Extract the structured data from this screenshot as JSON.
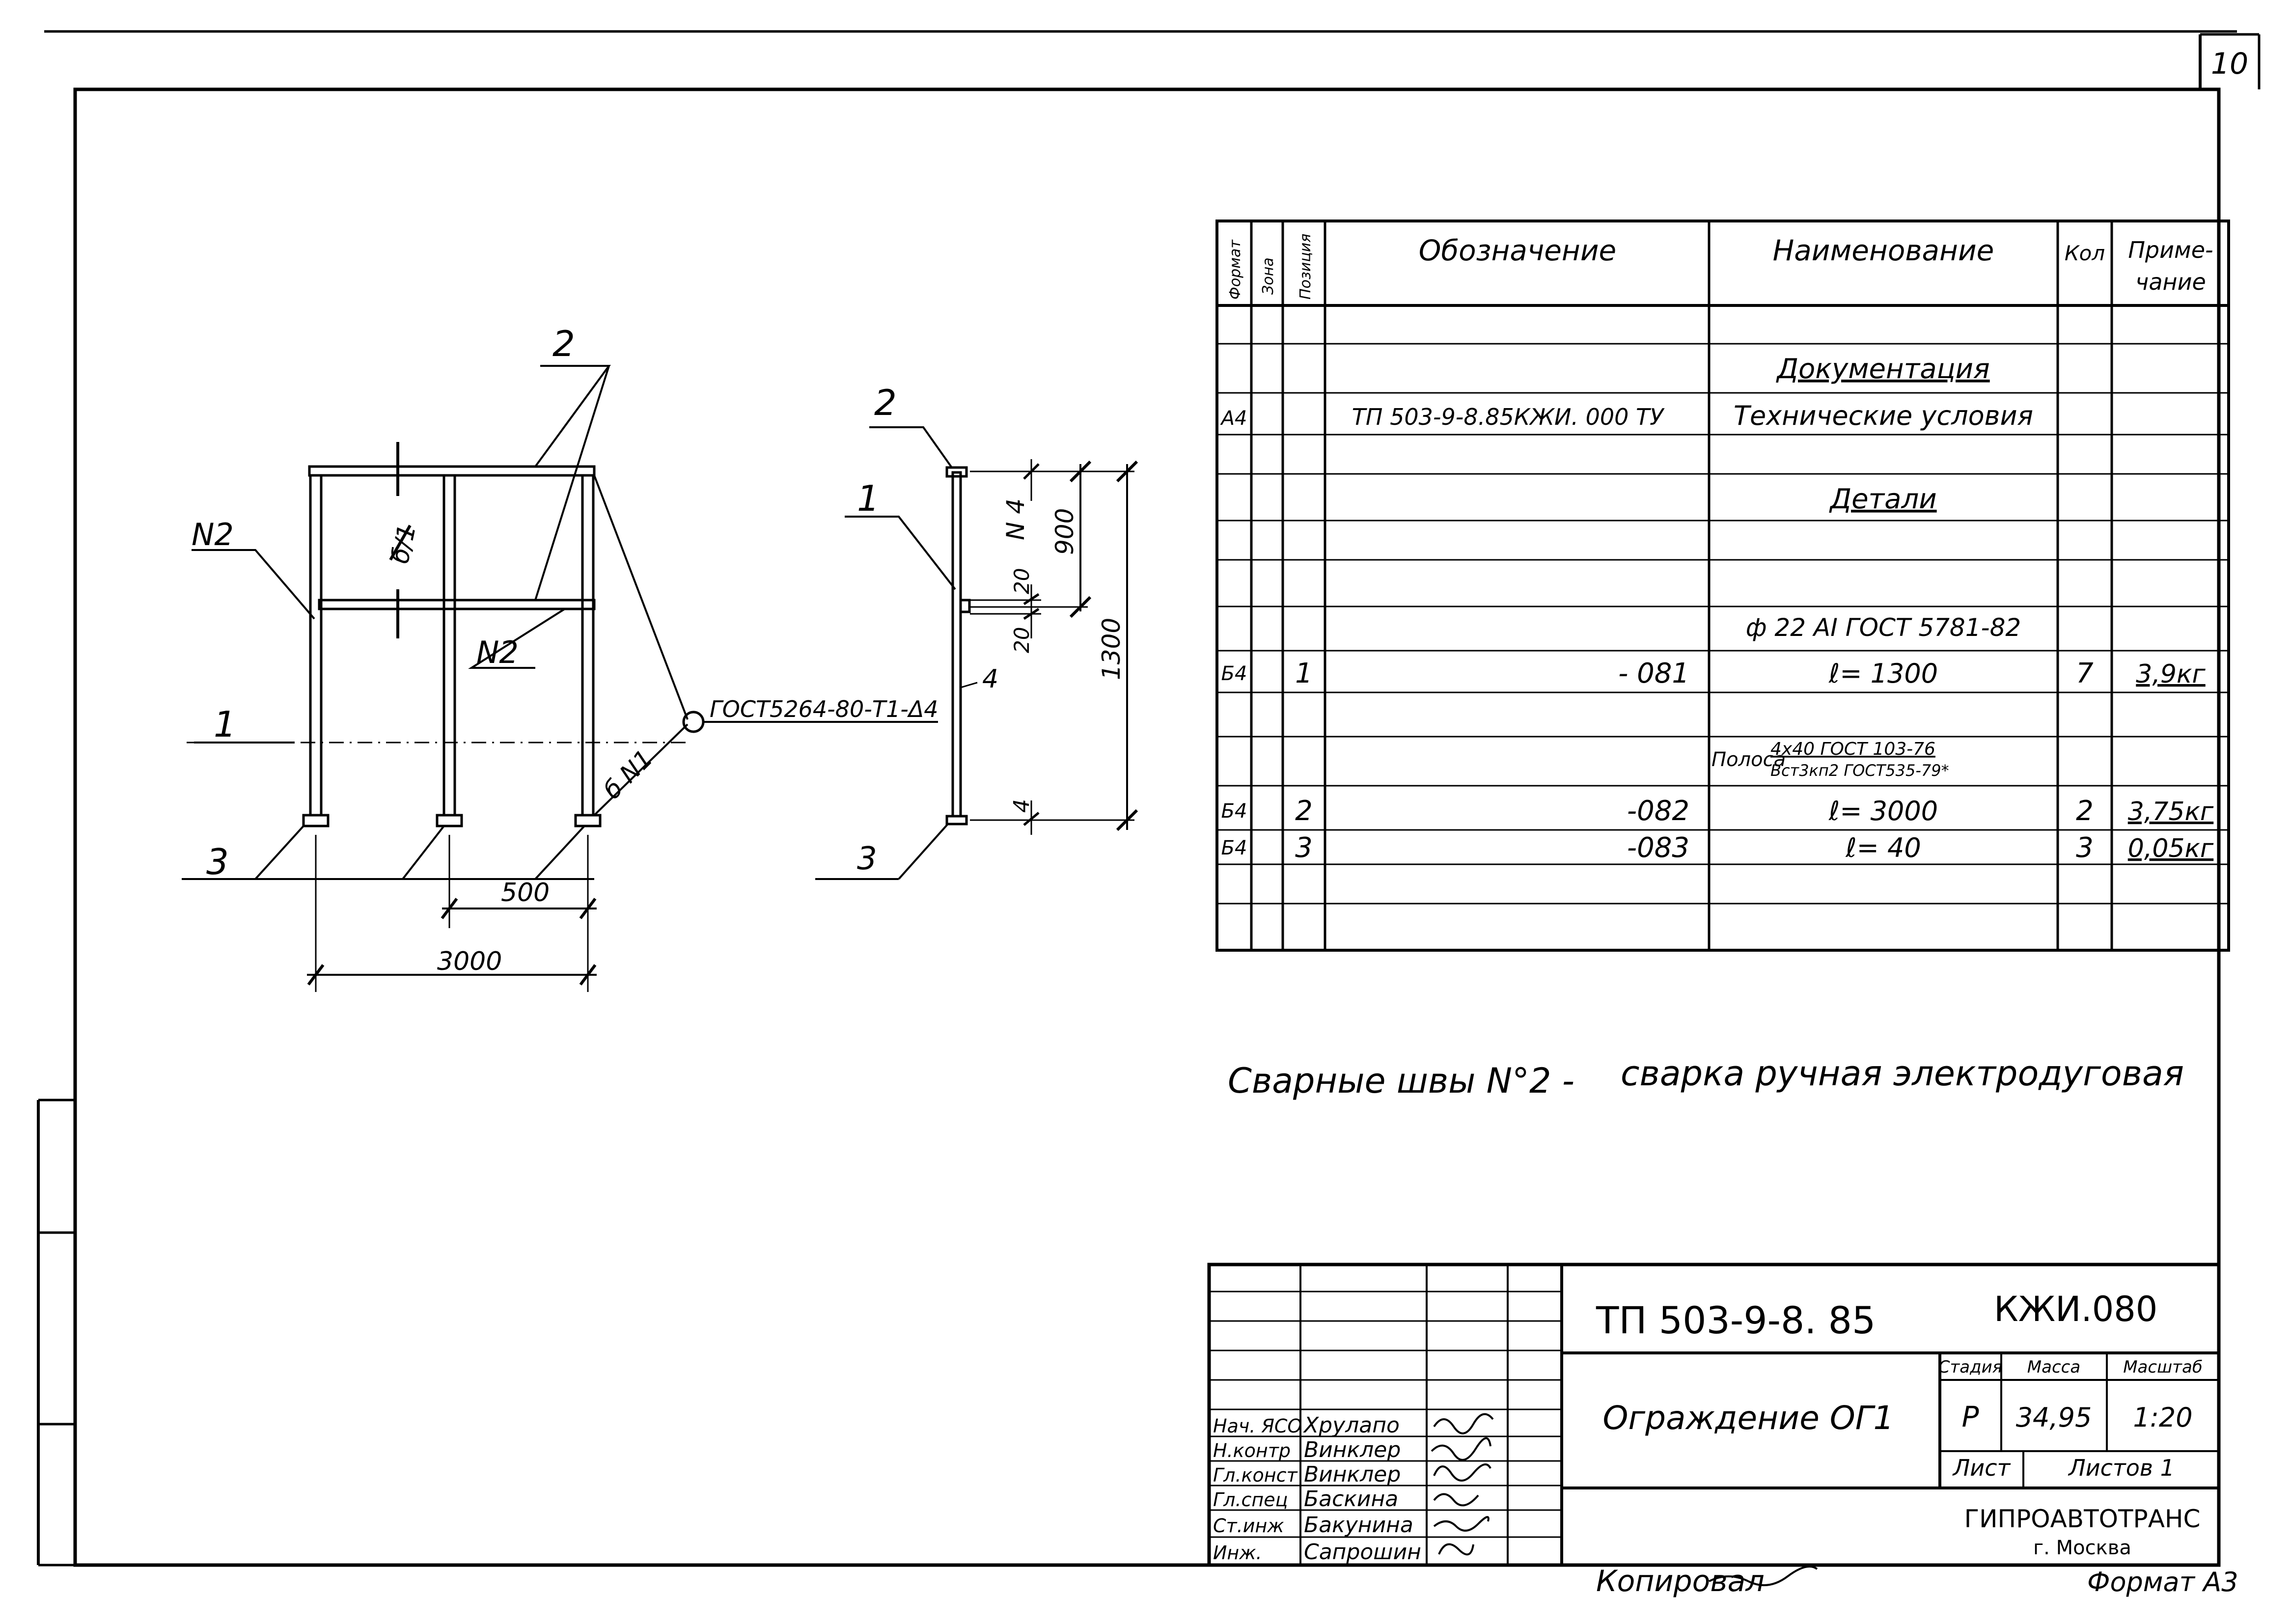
{
  "sheet_number": "10",
  "drawing": {
    "front": {
      "pos_2": "2",
      "pos_n2_left": "N2",
      "pos_n2_mid": "N2",
      "pos_1": "1",
      "pos_3": "3",
      "weld_a": "б/1",
      "weld_b": "б N1",
      "weld_standard": "ГОСТ5264-80-Т1-Δ4",
      "dim_500": "500",
      "dim_3000": "3000"
    },
    "side": {
      "pos_2": "2",
      "pos_1": "1",
      "pos_3": "3",
      "weld_n4": "N 4",
      "weld_4a": "4",
      "weld_4b": "4",
      "dim_900": "900",
      "dim_1300": "1300",
      "dim_20a": "20",
      "dim_20b": "20"
    }
  },
  "spec_table": {
    "headers": {
      "format": "Формат",
      "zone": "Зона",
      "pos": "Позиция",
      "designation": "Обозначение",
      "name": "Наименование",
      "qty": "Кол",
      "note_1": "Приме-",
      "note_2": "чание"
    },
    "rows": {
      "documentation": "Документация",
      "tu_format": "А4",
      "tu_designation": "ТП 503-9-8.85КЖИ. 000 ТУ",
      "tu_name": "Технические условия",
      "details": "Детали",
      "rebar_spec": "ф 22 АI  ГОСТ 5781-82",
      "p1_format": "Б4",
      "p1_pos": "1",
      "p1_designation": "- 081",
      "p1_name": "ℓ= 1300",
      "p1_qty": "7",
      "p1_note": "3,9кг",
      "strip_label": "Полоса",
      "strip_num": "4х40 ГОСТ 103-76",
      "strip_den": "Вст3кп2 ГОСТ535-79*",
      "p2_format": "Б4",
      "p2_pos": "2",
      "p2_designation": "-082",
      "p2_name": "ℓ= 3000",
      "p2_qty": "2",
      "p2_note": "3,75кг",
      "p3_format": "Б4",
      "p3_pos": "3",
      "p3_designation": "-083",
      "p3_name": "ℓ= 40",
      "p3_qty": "3",
      "p3_note": "0,05кг"
    }
  },
  "note_welds": "Сварные швы N°2 -",
  "note_welding_type": "сварка ручная  электродуговая",
  "title_block": {
    "project_code": "ТП 503-9-8. 85",
    "sheet_code": "КЖИ.080",
    "title": "Ограждение ОГ1",
    "stage_label": "Стадия",
    "mass_label": "Масса",
    "scale_label": "Масштаб",
    "stage_value": "Р",
    "mass_value": "34,95",
    "scale_value": "1:20",
    "sheet_label": "Лист",
    "sheets_label": "Листов 1",
    "organization": "ГИПРОАВТОТРАНС",
    "city": "г. Москва",
    "staff": [
      {
        "role": "Нач. ЯСО",
        "name": "Хрулапо"
      },
      {
        "role": "Н.контр",
        "name": "Винклер"
      },
      {
        "role": "Гл.конст",
        "name": "Винклер"
      },
      {
        "role": "Гл.спец",
        "name": "Баскина"
      },
      {
        "role": "Ст.инж",
        "name": "Бакунина"
      },
      {
        "role": "Инж.",
        "name": "Сапрошин"
      }
    ]
  },
  "copied_by": "Копировал",
  "format_label": "Формат А3"
}
